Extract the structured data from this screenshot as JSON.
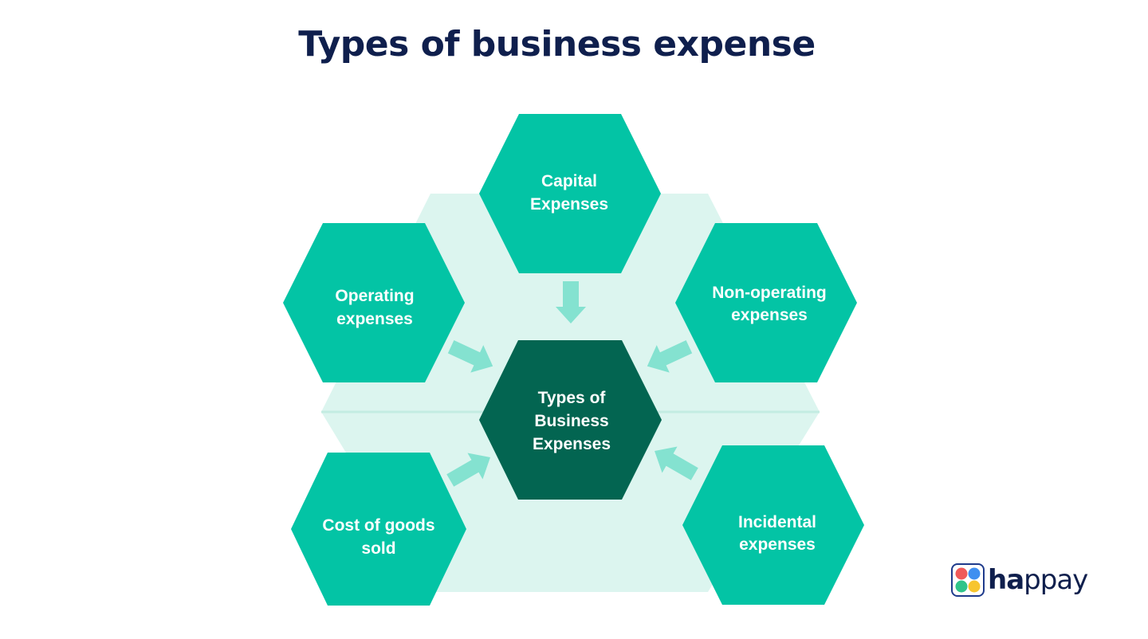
{
  "title": "Types of business expense",
  "center": {
    "line1": "Types of",
    "line2": "Business",
    "line3": "Expenses"
  },
  "nodes": {
    "capital": {
      "line1": "Capital",
      "line2": "Expenses"
    },
    "operating": {
      "line1": "Operating",
      "line2": "expenses"
    },
    "non_operating": {
      "line1": "Non-operating",
      "line2": "expenses"
    },
    "cogs": {
      "line1": "Cost of goods",
      "line2": "sold"
    },
    "incidental": {
      "line1": "Incidental",
      "line2": "expenses"
    }
  },
  "logo": {
    "part1": "ha",
    "part2": "ppay"
  },
  "colors": {
    "hex_fill": "#03c4a5",
    "center_fill": "#036551",
    "arrow_fill": "#84e2d0",
    "background_shape": "#dcf5ef",
    "title": "#0f1f4d"
  }
}
